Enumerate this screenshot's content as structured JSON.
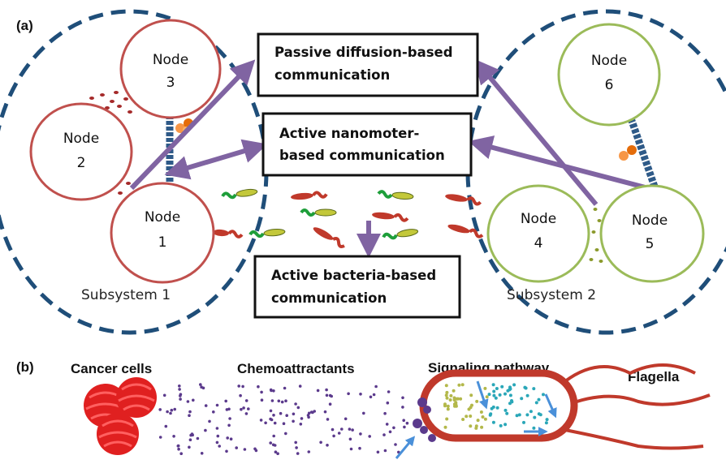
{
  "panel_a": {
    "label": "(a)",
    "nodes": [
      {
        "word": "Node",
        "num": "1"
      },
      {
        "word": "Node",
        "num": "2"
      },
      {
        "word": "Node",
        "num": "3"
      },
      {
        "word": "Node",
        "num": "4"
      },
      {
        "word": "Node",
        "num": "5"
      },
      {
        "word": "Node",
        "num": "6"
      }
    ],
    "subsystems": [
      "Subsystem 1",
      "Subsystem 2"
    ],
    "boxes": {
      "passive": [
        "Passive diffusion-based",
        "communication"
      ],
      "nanomotor": [
        "Active nanomoter-",
        "based communication"
      ],
      "bacteria": [
        "Active bacteria-based",
        "communication"
      ]
    },
    "colors": {
      "subsystem1_node": "#c0504d",
      "subsystem2_node": "#9bbb59",
      "arrow": "#8064a2",
      "dashed_boundary": "#1f4e79",
      "microtubule": "#2e5a88",
      "nanomotor": "#f79646"
    }
  },
  "panel_b": {
    "label": "(b)",
    "labels": {
      "cancer": "Cancer cells",
      "chemo": "Chemoattractants",
      "signal": "Signaling pathway",
      "flagella": "Flagella"
    },
    "colors": {
      "cancer": "#e02020",
      "chemo_dots": "#5b3a8c",
      "bacterium": "#c0392b",
      "receptor": "#5b3a8c",
      "signal_arrow": "#4a90d9"
    }
  }
}
